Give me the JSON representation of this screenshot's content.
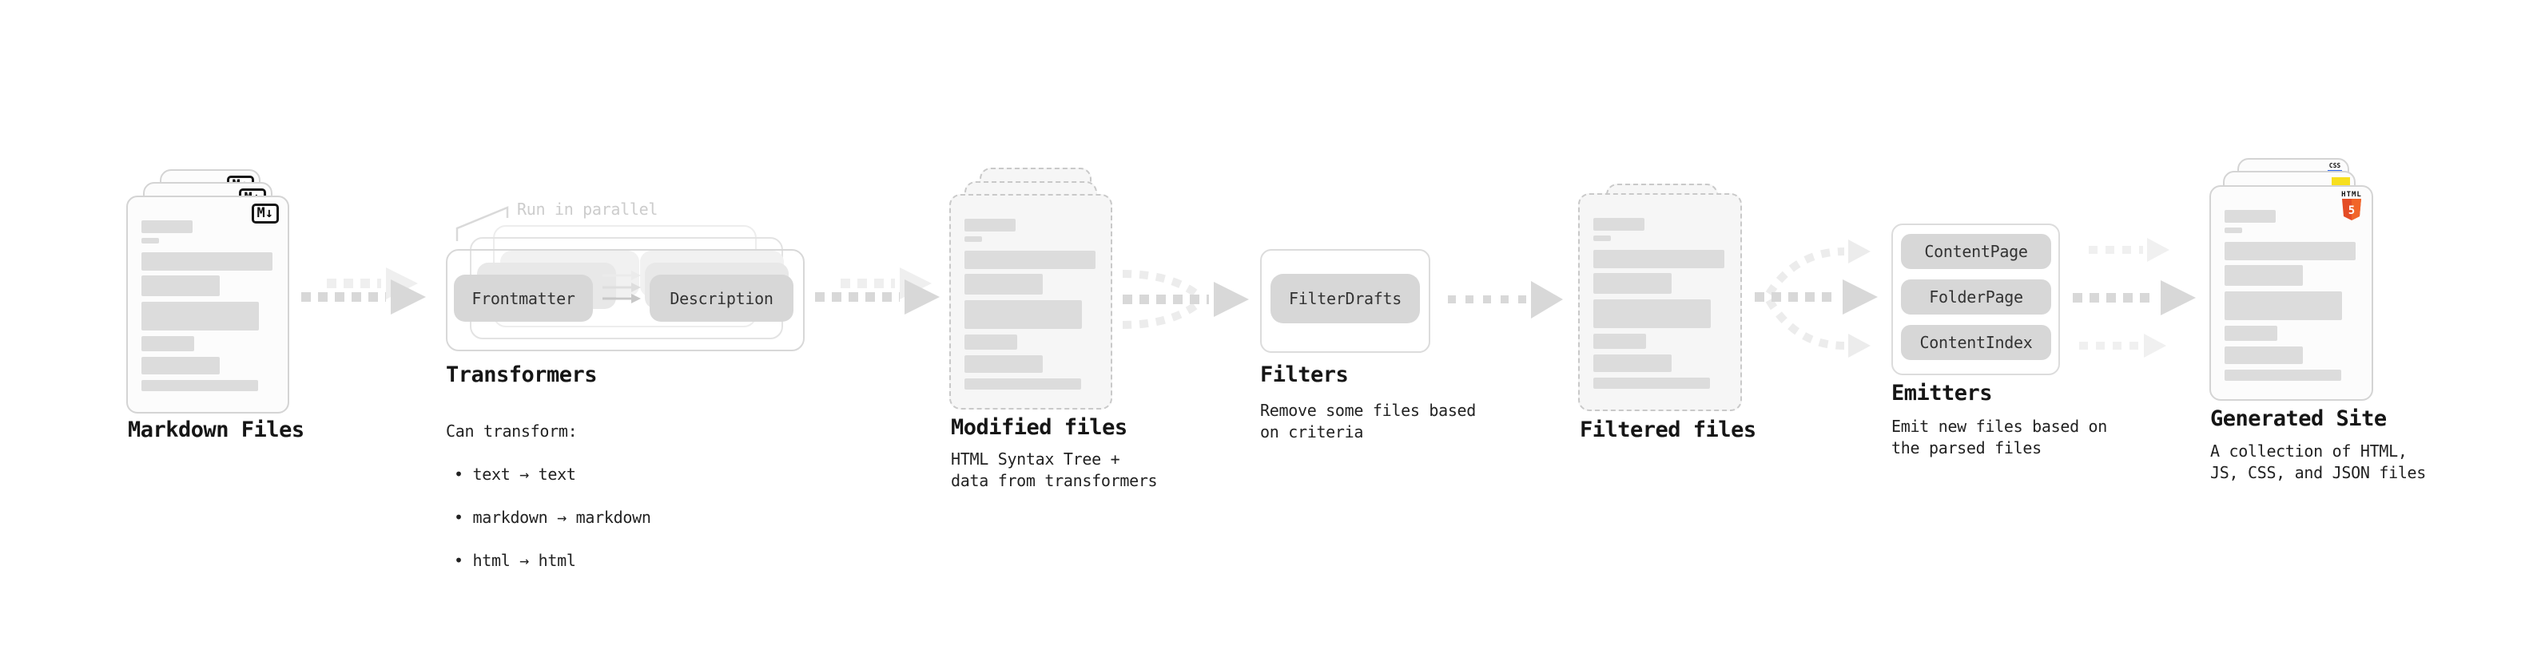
{
  "diagram": {
    "markdown": {
      "title": "Markdown Files",
      "badge": "M↓"
    },
    "transformers": {
      "callout": "Run in parallel",
      "step_from": "Frontmatter",
      "step_to": "Description",
      "title": "Transformers",
      "desc_heading": "Can transform:",
      "bullets": [
        "• text → text",
        "• markdown → markdown",
        "• html → html"
      ]
    },
    "modified": {
      "title": "Modified files",
      "desc": "HTML Syntax Tree +\ndata from transformers"
    },
    "filters": {
      "button": "FilterDrafts",
      "title": "Filters",
      "desc": "Remove some files based\non criteria"
    },
    "filtered": {
      "title": "Filtered files"
    },
    "emitters": {
      "buttons": [
        "ContentPage",
        "FolderPage",
        "ContentIndex"
      ],
      "title": "Emitters",
      "desc": "Emit new files based on\nthe parsed files"
    },
    "generated": {
      "title": "Generated Site",
      "desc": "A collection of HTML,\nJS, CSS, and JSON files",
      "css_badge": "CSS",
      "html_badge_word": "HTML",
      "html_badge_number": "5"
    }
  },
  "colors": {
    "arrow": "#d8d8d8",
    "arrow_light": "#efefef",
    "curve_light": "#ececec",
    "skeleton_bar": "#dcdcdc",
    "css_blue": "#2965f1",
    "js_yellow": "#f7df1e",
    "html_orange": "#e44d26",
    "html_orange_light": "#f16529",
    "markdown_badge_border": "#151515"
  }
}
